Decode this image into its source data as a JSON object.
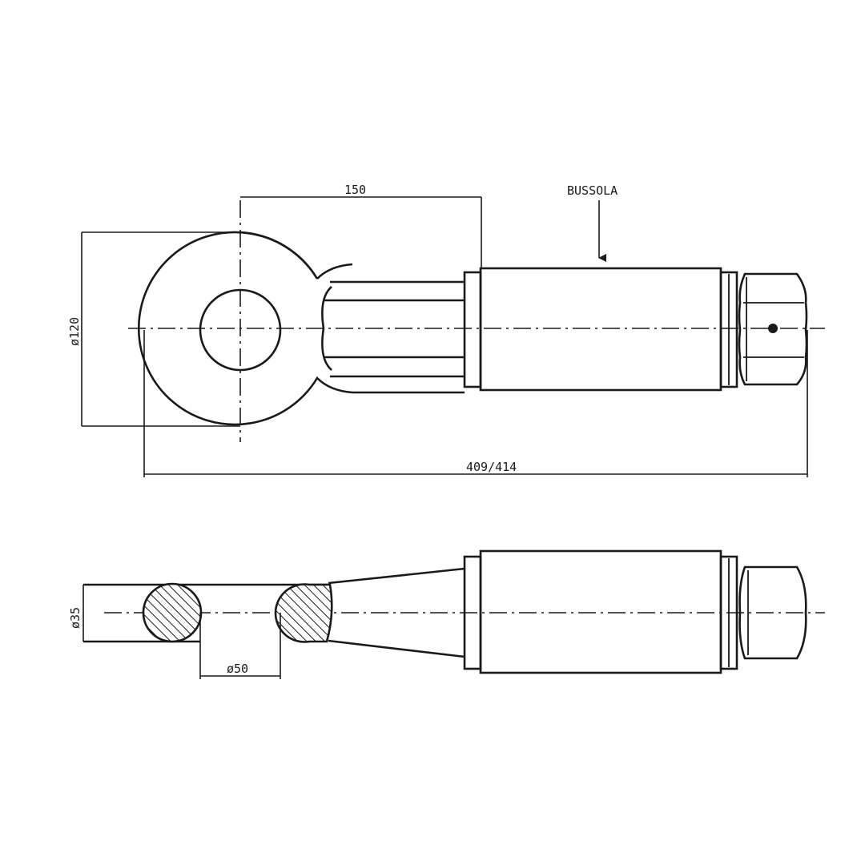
{
  "drawing": {
    "label_bussola": "BUSSOLA",
    "dim_eye_center_to_sleeve": "150",
    "dim_eye_diameter": "ø120",
    "dim_total_length": "409/414",
    "dim_section_diameter": "ø35",
    "dim_eye_hole_diameter": "ø50"
  }
}
